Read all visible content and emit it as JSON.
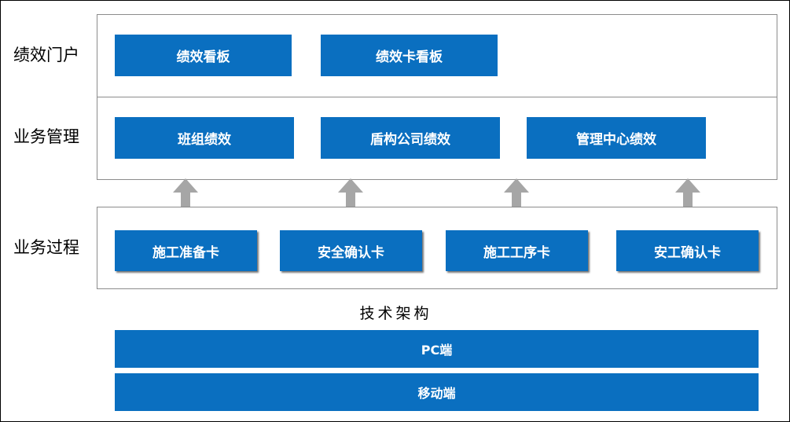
{
  "layers": {
    "portal": {
      "label": "绩效门户",
      "items": [
        "绩效看板",
        "绩效卡看板"
      ]
    },
    "management": {
      "label": "业务管理",
      "items": [
        "班组绩效",
        "盾构公司绩效",
        "管理中心绩效"
      ]
    },
    "process": {
      "label": "业务过程",
      "items": [
        "施工准备卡",
        "安全确认卡",
        "施工工序卡",
        "安工确认卡"
      ]
    }
  },
  "tech": {
    "title": "技术架构",
    "items": [
      "PC端",
      "移动端"
    ]
  },
  "colors": {
    "box_blue": "#0a6fc0",
    "arrow_gray": "#a6a6a6",
    "border_gray": "#8c8c8c"
  }
}
